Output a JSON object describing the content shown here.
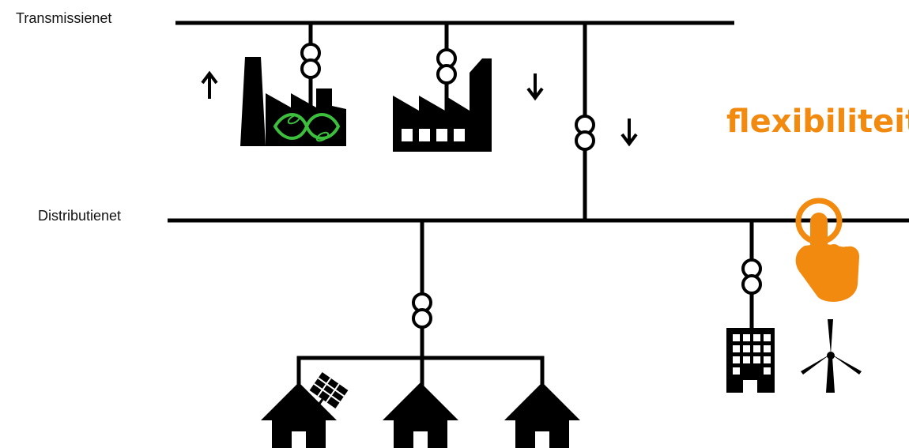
{
  "diagram": {
    "transmission_label": "Transmissienet",
    "distribution_label": "Distributienet",
    "flexibility_label": "flexibiliteit",
    "arrow_up": "↑",
    "arrow_down": "↓"
  },
  "colors": {
    "line": "#000000",
    "accent": "#f28a0f",
    "green": "#3cbf3c"
  },
  "icons": [
    "green-factory-icon",
    "factory-icon",
    "transformer-icon",
    "office-building-icon",
    "wind-turbine-icon",
    "house-icon",
    "solar-panel-icon",
    "touch-hand-icon"
  ]
}
